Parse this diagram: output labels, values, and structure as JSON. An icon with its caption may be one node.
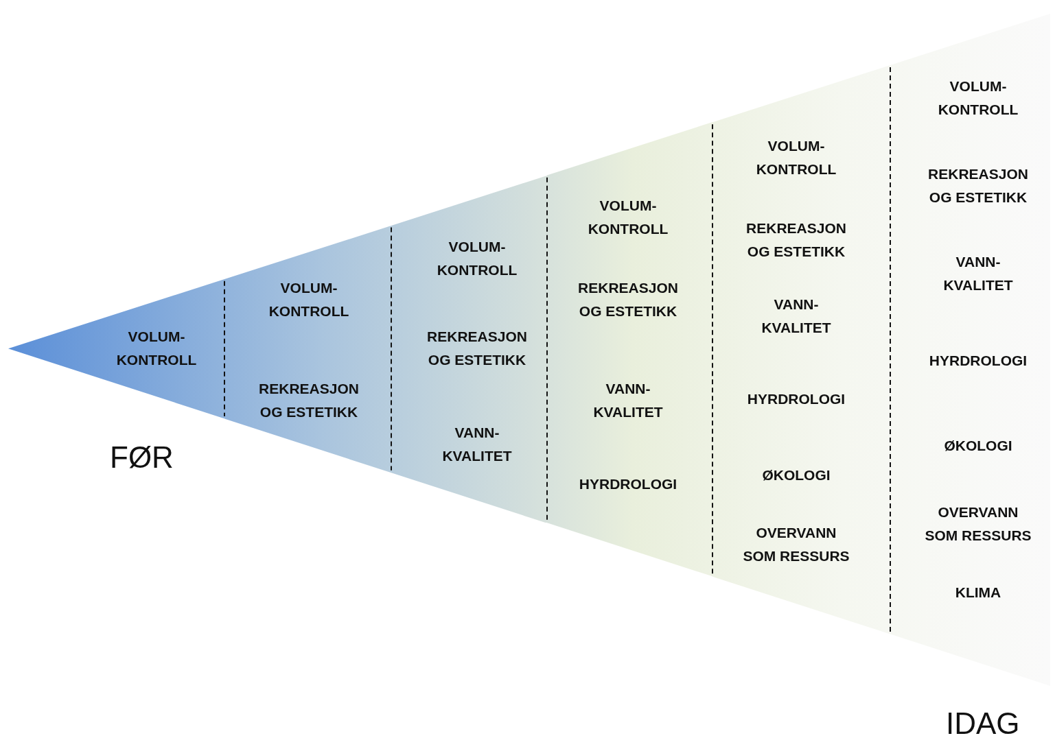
{
  "diagram": {
    "nodes": [
      {
        "text": [
          "VOLUM- KONTROLL"
        ]
      },
      {
        "text": [
          "VOLUM- KONTROLL",
          "REKREASJON OG ESTETIKK"
        ]
      },
      {
        "text": [
          "VOLUM- KONTROLL",
          "REKREASJON OG ESTETIKK",
          "VANN- KVALITET"
        ]
      },
      {
        "text": [
          "VOLUM- KONTROLL",
          "REKREASJON OG ESTETIKK",
          "VANN- KVALITET",
          "HYRDROLOGI"
        ]
      },
      {
        "text": [
          "VOLUM- KONTROLL",
          "REKREASJON OG ESTETIKK",
          "VANN- KVALITET",
          "HYRDROLOGI",
          "ØKOLOGI",
          "OVERVANN SOM RESSURS"
        ]
      },
      {
        "text": [
          "VOLUM- KONTROLL",
          "REKREASJON OG ESTETIKK",
          "VANN- KVALITET",
          "HYRDROLOGI",
          "ØKOLOGI",
          "OVERVANN SOM RESSURS",
          "KLIMA"
        ]
      }
    ],
    "labels": [
      "FØR",
      "IDAG"
    ]
  }
}
